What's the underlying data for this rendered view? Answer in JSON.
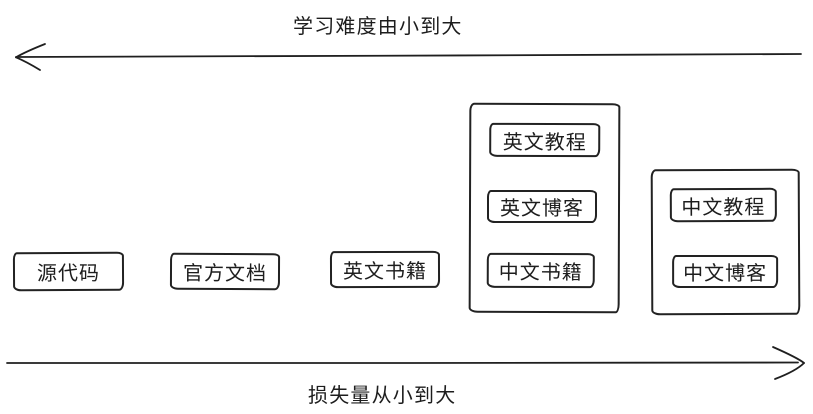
{
  "axes": {
    "top": {
      "label": "学习难度由小到大",
      "direction": "left"
    },
    "bottom": {
      "label": "损失量从小到大",
      "direction": "right"
    }
  },
  "nodes": {
    "source_code": {
      "label": "源代码"
    },
    "official_docs": {
      "label": "官方文档"
    },
    "english_books": {
      "label": "英文书籍"
    },
    "english_tutorials": {
      "label": "英文教程"
    },
    "english_blogs": {
      "label": "英文博客"
    },
    "chinese_books": {
      "label": "中文书籍"
    },
    "chinese_tutorials": {
      "label": "中文教程"
    },
    "chinese_blogs": {
      "label": "中文博客"
    }
  },
  "groups": {
    "group_1": [
      "english_tutorials",
      "english_blogs",
      "chinese_books"
    ],
    "group_2": [
      "chinese_tutorials",
      "chinese_blogs"
    ]
  },
  "colors": {
    "stroke": "#1f1f1f",
    "background": "#ffffff"
  }
}
